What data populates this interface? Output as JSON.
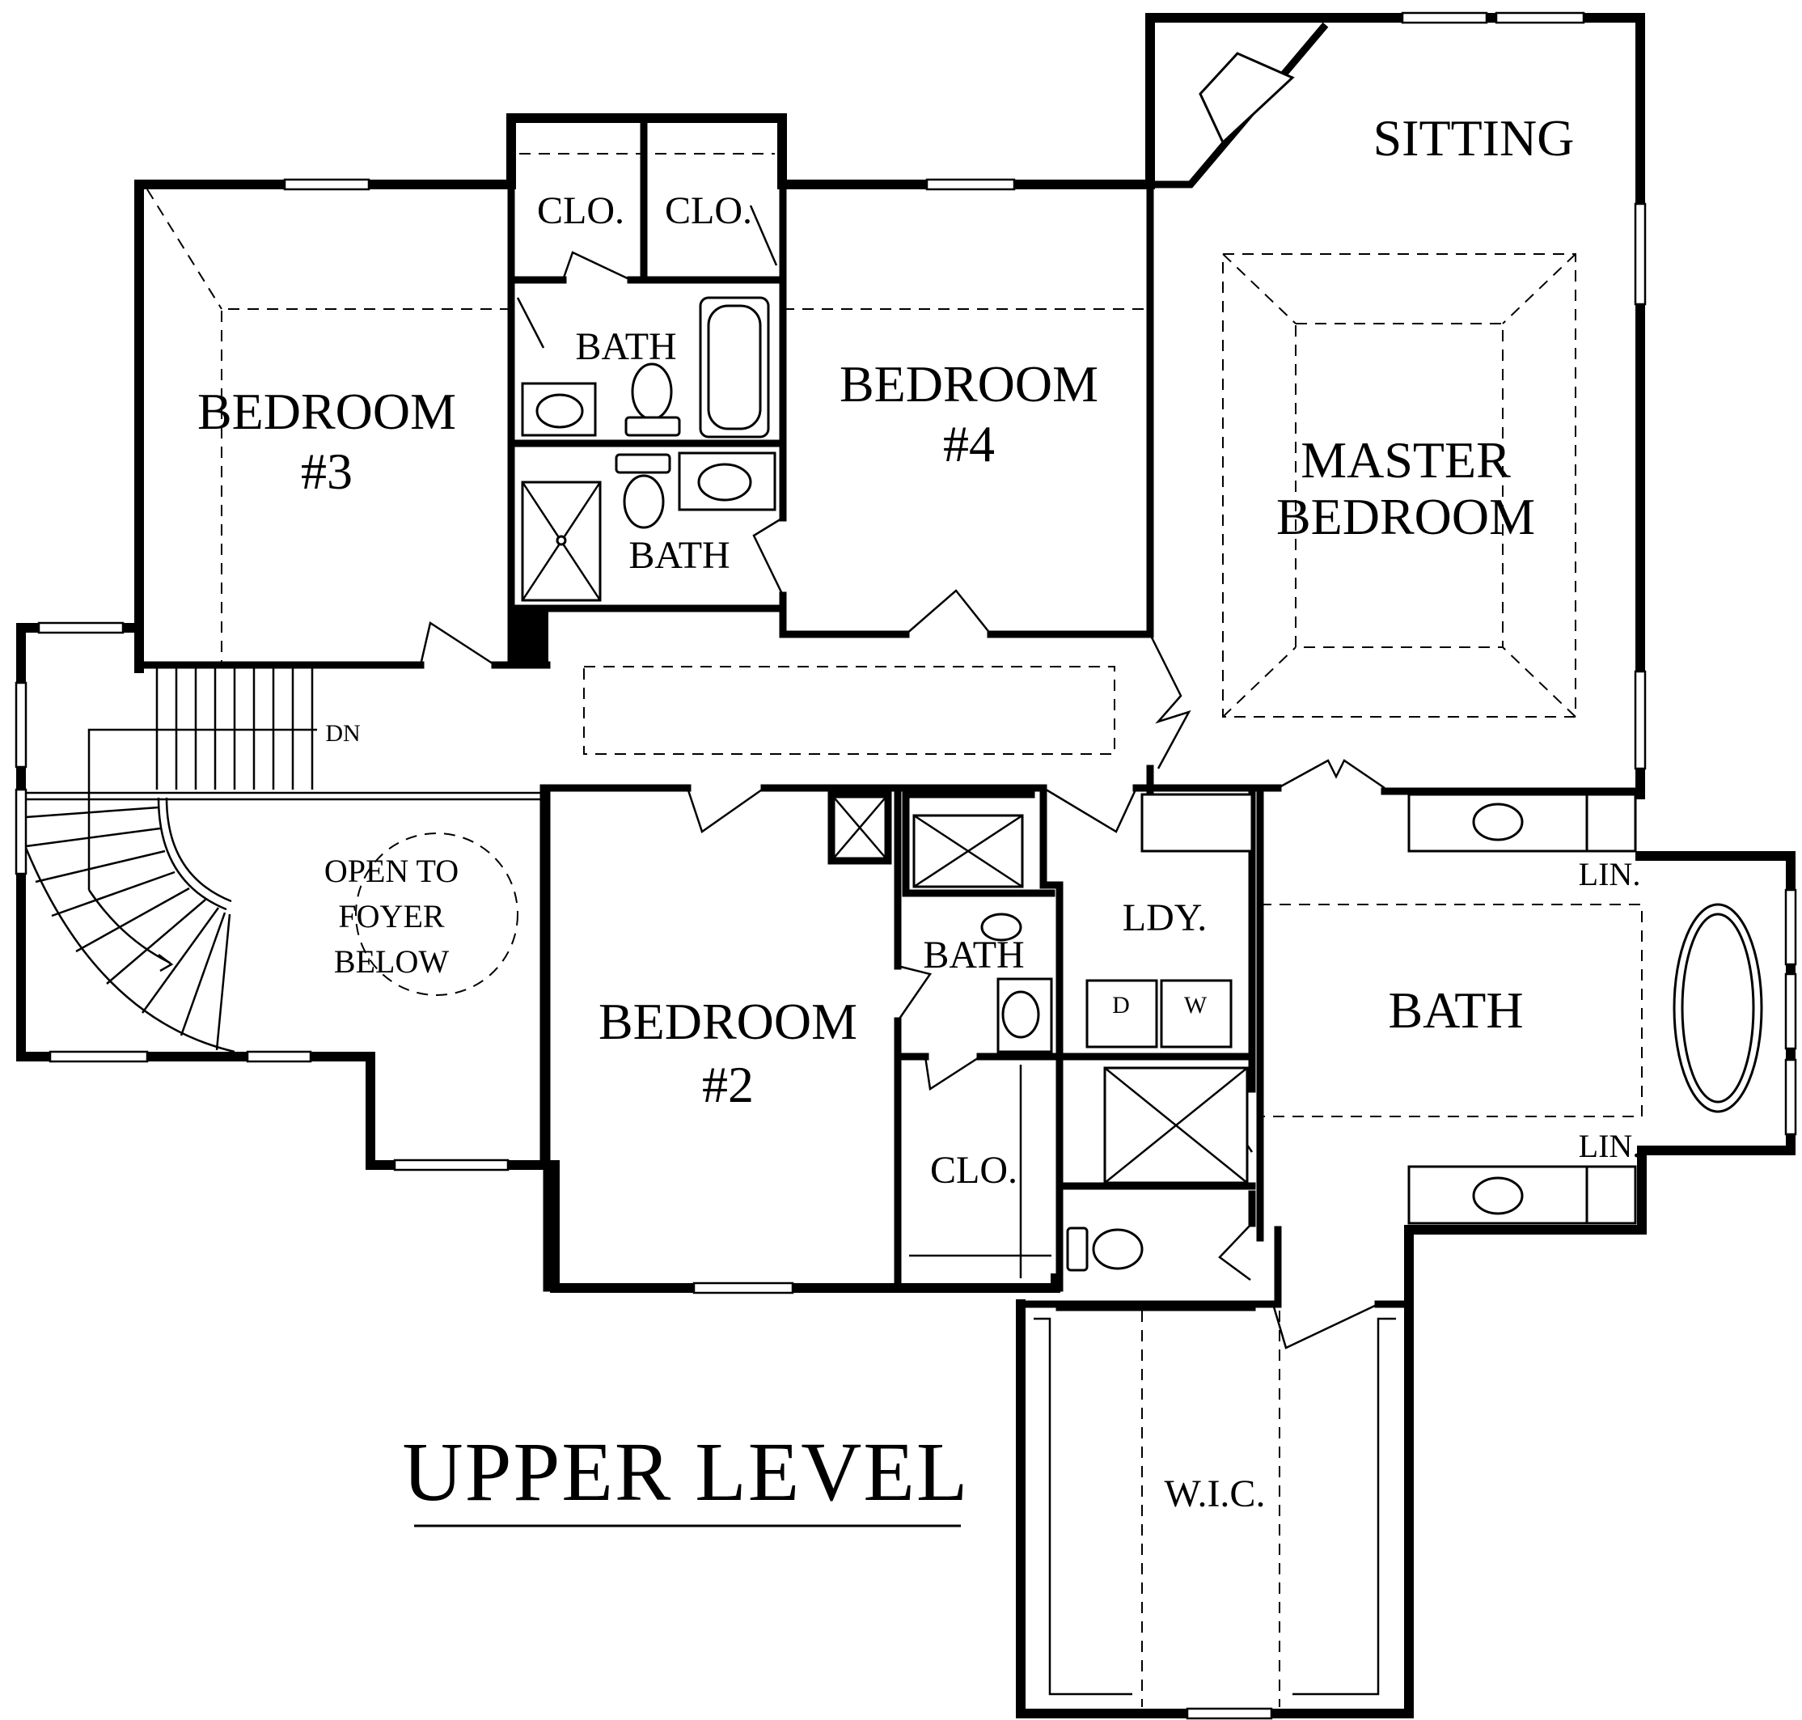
{
  "title": "UPPER LEVEL",
  "rooms": {
    "bedroom3": [
      "BEDROOM",
      "#3"
    ],
    "bedroom4": [
      "BEDROOM",
      "#4"
    ],
    "bedroom2": [
      "BEDROOM",
      "#2"
    ],
    "master": [
      "MASTER",
      "BEDROOM"
    ],
    "sitting": "SITTING",
    "clo_left": "CLO.",
    "clo_right": "CLO.",
    "bath_top": "BATH",
    "bath_mid": "BATH",
    "bath_small": "BATH",
    "master_bath": "BATH",
    "ldy": "LDY.",
    "dryer": "D",
    "washer": "W",
    "lin_top": "LIN.",
    "lin_bottom": "LIN.",
    "clo_bedroom2": "CLO.",
    "wic": "W.I.C.",
    "open_to_foyer": [
      "OPEN TO",
      "FOYER",
      "BELOW"
    ],
    "stair_dn": "DN"
  }
}
